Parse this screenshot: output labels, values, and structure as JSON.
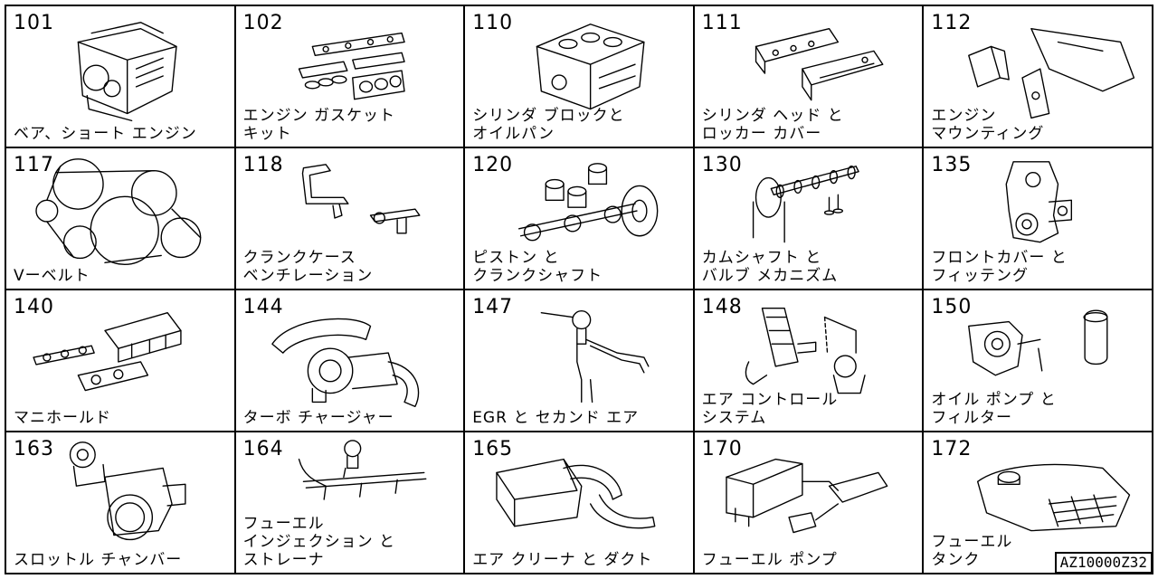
{
  "cells": [
    {
      "number": "101",
      "label": "ベア、ショート エンジン"
    },
    {
      "number": "102",
      "label": "エンジン ガスケット\nキット"
    },
    {
      "number": "110",
      "label": "シリンダ ブロックと\nオイルパン"
    },
    {
      "number": "111",
      "label": "シリンダ ヘッド と\nロッカー カバー"
    },
    {
      "number": "112",
      "label": "エンジン\nマウンティング"
    },
    {
      "number": "117",
      "label": "Vーベルト"
    },
    {
      "number": "118",
      "label": "クランクケース\nベンチレーション"
    },
    {
      "number": "120",
      "label": "ピストン と\nクランクシャフト"
    },
    {
      "number": "130",
      "label": "カムシャフト と\nバルブ メカニズム"
    },
    {
      "number": "135",
      "label": "フロントカバー と\nフィッテング"
    },
    {
      "number": "140",
      "label": "マニホールド"
    },
    {
      "number": "144",
      "label": "ターボ チャージャー"
    },
    {
      "number": "147",
      "label": "EGR と セカンド エア"
    },
    {
      "number": "148",
      "label": "エア コントロール\nシステム"
    },
    {
      "number": "150",
      "label": "オイル ポンプ と\nフィルター"
    },
    {
      "number": "163",
      "label": "スロットル チャンバー"
    },
    {
      "number": "164",
      "label": "フューエル\nインジェクション と\nストレーナ"
    },
    {
      "number": "165",
      "label": "エア クリーナ と ダクト"
    },
    {
      "number": "170",
      "label": "フューエル ポンプ"
    },
    {
      "number": "172",
      "label": "フューエル\nタンク"
    }
  ],
  "icons": [
    "engine-icon",
    "gasket-kit-icon",
    "cylinder-block-icon",
    "cylinder-head-icon",
    "engine-mount-icon",
    "v-belt-icon",
    "crankcase-ventilation-icon",
    "piston-crankshaft-icon",
    "camshaft-valve-icon",
    "front-cover-icon",
    "manifold-icon",
    "turbocharger-icon",
    "egr-icon",
    "air-control-icon",
    "oil-pump-filter-icon",
    "throttle-chamber-icon",
    "fuel-injection-icon",
    "air-cleaner-icon",
    "fuel-pump-icon",
    "fuel-tank-icon"
  ],
  "diagram_code": "AZ10000Z32"
}
